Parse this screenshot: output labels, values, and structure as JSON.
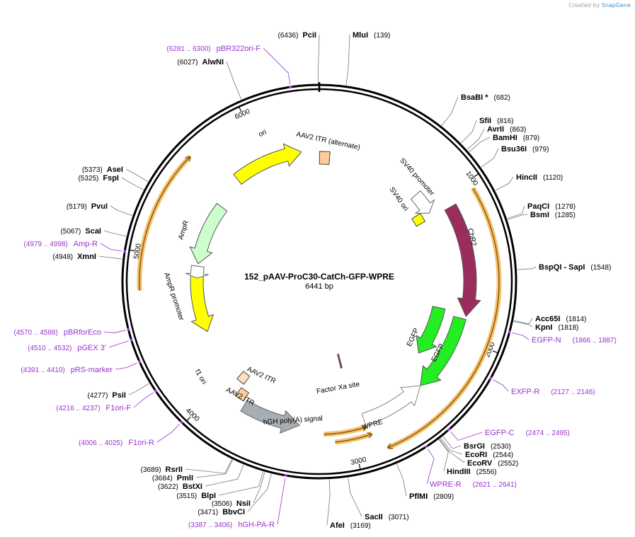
{
  "credit": {
    "prefix": "Created by",
    "brand": "SnapGene"
  },
  "plasmid": {
    "name": "152_pAAV-ProC30-CatCh-GFP-WPRE",
    "size": "6441 bp",
    "length_bp": 6441
  },
  "ticks": [
    "1000",
    "2000",
    "3000",
    "4000",
    "5000",
    "6000"
  ],
  "features": [
    {
      "label": "ori"
    },
    {
      "label": "AAV2 ITR (alternate)"
    },
    {
      "label": "SV40 promoter"
    },
    {
      "label": "SV40 ori"
    },
    {
      "label": "ChR2"
    },
    {
      "label": "EGFP"
    },
    {
      "label": "EGFP"
    },
    {
      "label": "Factor Xa site"
    },
    {
      "label": "WPRE"
    },
    {
      "label": "hGH poly(A) signal"
    },
    {
      "label": "AAV2 ITR"
    },
    {
      "label": "AAV2 ITR"
    },
    {
      "label": "f1 ori"
    },
    {
      "label": "AmpR promoter"
    },
    {
      "label": "AmpR"
    }
  ],
  "enzymes": [
    {
      "name": "PciI",
      "pos": "(6436)"
    },
    {
      "name": "MluI",
      "pos": "(139)"
    },
    {
      "name": "AlwNI",
      "pos": "(6027)"
    },
    {
      "name": "BsaBI *",
      "pos": "(682)"
    },
    {
      "name": "SfiI",
      "pos": "(816)"
    },
    {
      "name": "AvrII",
      "pos": "(863)"
    },
    {
      "name": "BamHI",
      "pos": "(879)"
    },
    {
      "name": "Bsu36I",
      "pos": "(979)"
    },
    {
      "name": "HincII",
      "pos": "(1120)"
    },
    {
      "name": "PaqCI",
      "pos": "(1278)"
    },
    {
      "name": "BsmI",
      "pos": "(1285)"
    },
    {
      "name": "BspQI - SapI",
      "pos": "(1548)"
    },
    {
      "name": "Acc65I",
      "pos": "(1814)"
    },
    {
      "name": "KpnI",
      "pos": "(1818)"
    },
    {
      "name": "BsrGI",
      "pos": "(2530)"
    },
    {
      "name": "EcoRI",
      "pos": "(2544)"
    },
    {
      "name": "EcoRV",
      "pos": "(2552)"
    },
    {
      "name": "HindIII",
      "pos": "(2556)"
    },
    {
      "name": "PflMI",
      "pos": "(2809)"
    },
    {
      "name": "SacII",
      "pos": "(3071)"
    },
    {
      "name": "AfeI",
      "pos": "(3169)"
    },
    {
      "name": "BbvCI",
      "pos": "(3471)"
    },
    {
      "name": "NsiI",
      "pos": "(3506)"
    },
    {
      "name": "BlpI",
      "pos": "(3515)"
    },
    {
      "name": "BstXI",
      "pos": "(3622)"
    },
    {
      "name": "PmlI",
      "pos": "(3684)"
    },
    {
      "name": "RsrII",
      "pos": "(3689)"
    },
    {
      "name": "PsiI",
      "pos": "(4277)"
    },
    {
      "name": "XmnI",
      "pos": "(4948)"
    },
    {
      "name": "ScaI",
      "pos": "(5067)"
    },
    {
      "name": "PvuI",
      "pos": "(5179)"
    },
    {
      "name": "FspI",
      "pos": "(5325)"
    },
    {
      "name": "AseI",
      "pos": "(5373)"
    }
  ],
  "primers": [
    {
      "name": "pBR322ori-F",
      "pos": "(6281 .. 6300)"
    },
    {
      "name": "EGFP-N",
      "pos": "(1866 .. 1887)"
    },
    {
      "name": "EXFP-R",
      "pos": "(2127 .. 2146)"
    },
    {
      "name": "EGFP-C",
      "pos": "(2474 .. 2495)"
    },
    {
      "name": "WPRE-R",
      "pos": "(2621 .. 2641)"
    },
    {
      "name": "hGH-PA-R",
      "pos": "(3387 .. 3406)"
    },
    {
      "name": "F1ori-R",
      "pos": "(4006 .. 4025)"
    },
    {
      "name": "F1ori-F",
      "pos": "(4216 .. 4237)"
    },
    {
      "name": "pRS-marker",
      "pos": "(4391 .. 4410)"
    },
    {
      "name": "pGEX 3'",
      "pos": "(4510 .. 4532)"
    },
    {
      "name": "pBRforEco",
      "pos": "(4570 .. 4588)"
    },
    {
      "name": "Amp-R",
      "pos": "(4979 .. 4998)"
    }
  ]
}
